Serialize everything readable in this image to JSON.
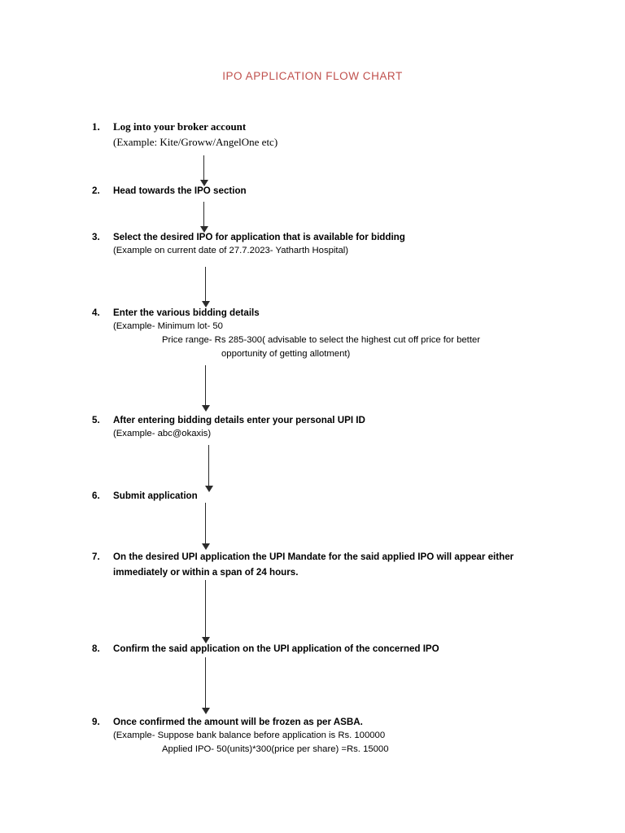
{
  "document": {
    "title": "IPO APPLICATION FLOW CHART",
    "title_color": "#c0504d"
  },
  "steps": [
    {
      "number": "1.",
      "title": "Log into your broker account",
      "detail_lines": [
        "(Example: Kite/Groww/AngelOne etc)"
      ]
    },
    {
      "number": "2.",
      "title": "Head towards the IPO section",
      "detail_lines": []
    },
    {
      "number": "3.",
      "title": "Select the desired IPO for application that is available for bidding",
      "detail_lines": [
        "(Example on current date of 27.7.2023- Yatharth Hospital)"
      ]
    },
    {
      "number": "4.",
      "title": "Enter the various bidding details",
      "detail_lines": [
        "(Example- Minimum lot- 50",
        "Price range- Rs 285-300( advisable to select the highest cut off price for better",
        "opportunity of getting allotment)"
      ]
    },
    {
      "number": "5.",
      "title": "After entering bidding details enter your personal UPI ID",
      "detail_lines": [
        "(Example- abc@okaxis)"
      ]
    },
    {
      "number": "6.",
      "title": "Submit application",
      "detail_lines": []
    },
    {
      "number": "7.",
      "title": "On the desired UPI application the UPI Mandate for the said applied IPO will appear either immediately or within a span of 24 hours.",
      "detail_lines": []
    },
    {
      "number": "8.",
      "title": "Confirm the said application on the UPI application of the concerned IPO",
      "detail_lines": []
    },
    {
      "number": "9.",
      "title": "Once confirmed the amount will be frozen as per ASBA.",
      "detail_lines": [
        "(Example- Suppose bank balance before application is Rs. 100000",
        "Applied IPO- 50(units)*300(price per share) =Rs. 15000"
      ]
    }
  ],
  "connectors": [
    {
      "name": "arrow-step1-step2",
      "from_step": "1",
      "to_step": "2"
    },
    {
      "name": "arrow-step2-step3",
      "from_step": "2",
      "to_step": "3"
    },
    {
      "name": "arrow-step3-step4",
      "from_step": "3",
      "to_step": "4"
    },
    {
      "name": "arrow-step4-step5",
      "from_step": "4",
      "to_step": "5"
    },
    {
      "name": "arrow-step5-step6",
      "from_step": "5",
      "to_step": "6"
    },
    {
      "name": "arrow-step6-step7",
      "from_step": "6",
      "to_step": "7"
    },
    {
      "name": "arrow-step7-step8",
      "from_step": "7",
      "to_step": "8"
    },
    {
      "name": "arrow-step8-step9",
      "from_step": "8",
      "to_step": "9"
    }
  ]
}
